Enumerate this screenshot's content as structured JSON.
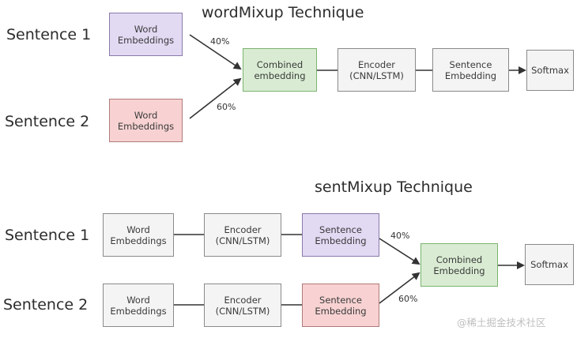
{
  "word_mixup": {
    "title": "wordMixup Technique",
    "sentence1": "Sentence 1",
    "sentence2": "Sentence 2",
    "we1": [
      "Word",
      "Embeddings"
    ],
    "we2": [
      "Word",
      "Embeddings"
    ],
    "pct1": "40%",
    "pct2": "60%",
    "combined": [
      "Combined",
      "embedding"
    ],
    "encoder": [
      "Encoder",
      "(CNN/LSTM)"
    ],
    "sentence_embedding": [
      "Sentence",
      "Embedding"
    ],
    "softmax": "Softmax"
  },
  "sent_mixup": {
    "title": "sentMixup Technique",
    "sentence1": "Sentence 1",
    "sentence2": "Sentence 2",
    "row1": {
      "word_embeddings": [
        "Word",
        "Embeddings"
      ],
      "encoder": [
        "Encoder",
        "(CNN/LSTM)"
      ],
      "sentence_embedding": [
        "Sentence",
        "Embedding"
      ]
    },
    "row2": {
      "word_embeddings": [
        "Word",
        "Embeddings"
      ],
      "encoder": [
        "Encoder",
        "(CNN/LSTM)"
      ],
      "sentence_embedding": [
        "Sentence",
        "Embedding"
      ]
    },
    "pct1": "40%",
    "pct2": "60%",
    "combined": [
      "Combined",
      "Embedding"
    ],
    "softmax": "Softmax"
  },
  "watermark": "@稀土掘金技术社区",
  "colors": {
    "purple_fill": "#e2d9f3",
    "pink_fill": "#f8d2d2",
    "green_fill": "#d9ecd3",
    "gray_fill": "#f4f4f4"
  }
}
